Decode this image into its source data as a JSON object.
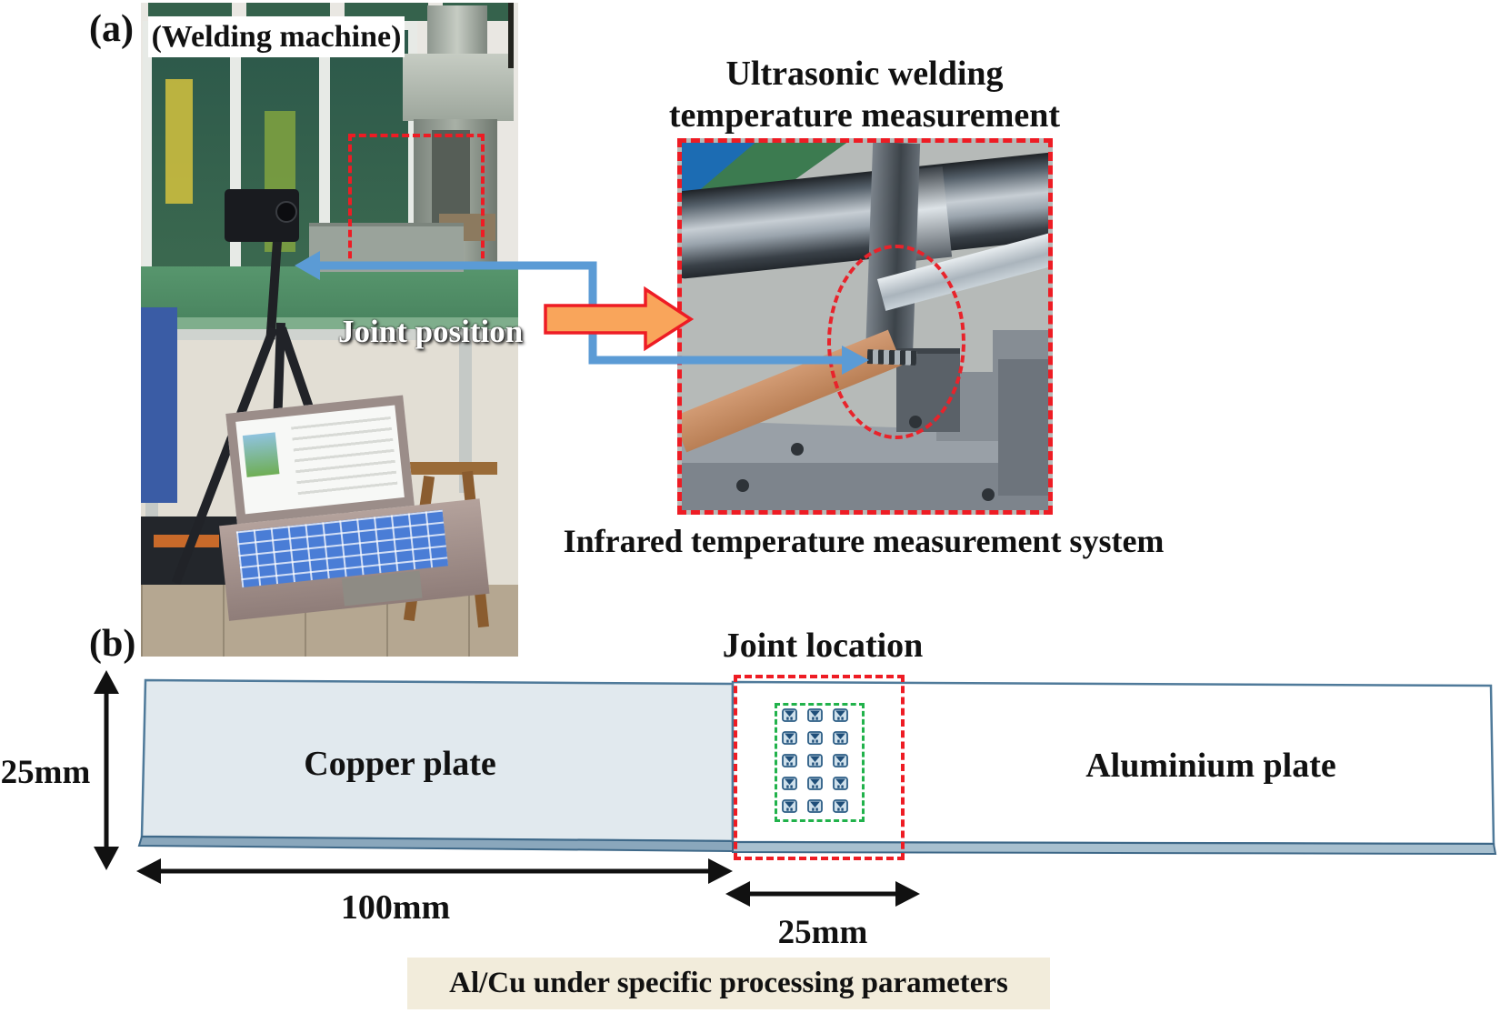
{
  "panel_a": {
    "label": "(a)",
    "machine_photo_caption": "(Welding machine)",
    "joint_position_label": "Joint position",
    "detail_title_line1": "Ultrasonic welding",
    "detail_title_line2": "temperature measurement",
    "detail_caption": "Infrared temperature measurement system"
  },
  "panel_b": {
    "label": "(b)",
    "joint_location_label": "Joint location",
    "copper_plate_label": "Copper plate",
    "aluminium_plate_label": "Aluminium plate",
    "plate_height_dimension": "25mm",
    "copper_length_dimension": "100mm",
    "joint_width_dimension": "25mm",
    "caption": "Al/Cu under specific processing parameters",
    "weld_grid": {
      "rows": 5,
      "cols": 3
    }
  },
  "colors": {
    "red": "#ee1c24",
    "green": "#21b24b",
    "blue-arrow": "#5b9bd5",
    "orange": "#f9a55b",
    "plate-border": "#4f7a9a",
    "copper-fill": "#e1e9ee",
    "alu-fill": "#ffffff",
    "edge-fill": "#8aa7bc",
    "caption-bg": "#f2ecdb",
    "icon-dark": "#1f4e79"
  }
}
